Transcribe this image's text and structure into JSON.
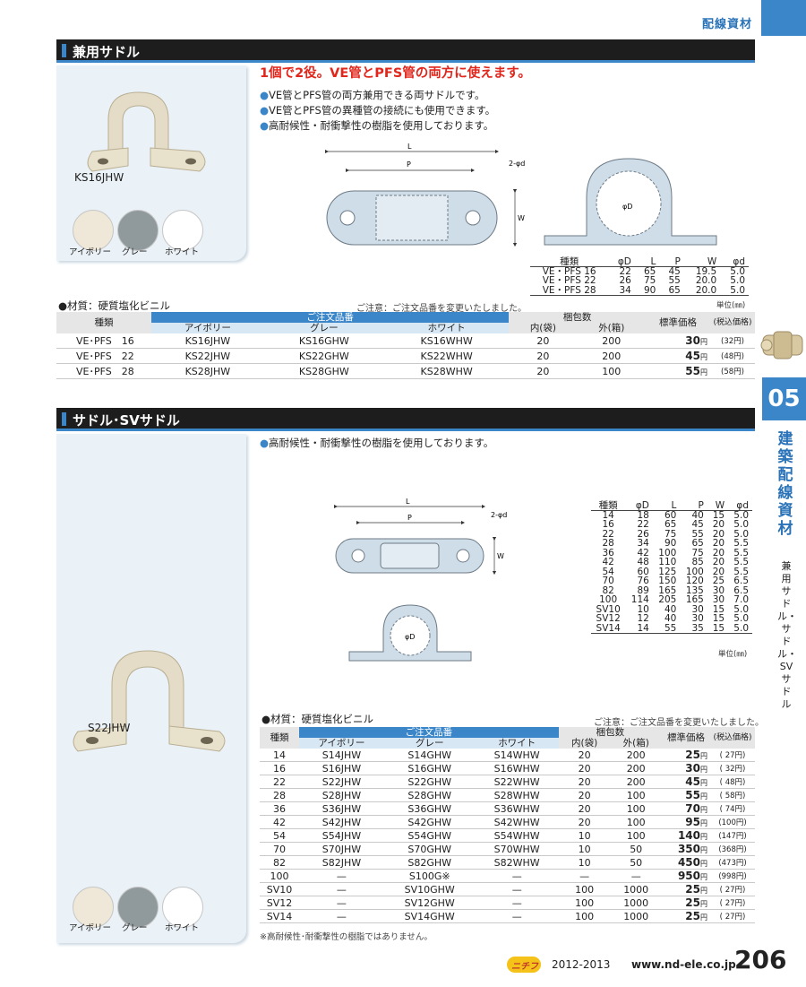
{
  "category": "配線資材",
  "side": {
    "number": "05",
    "category": "建築配線資材",
    "subtitle": "兼用サドル・サドル・SVサドル"
  },
  "swatch_labels": [
    "アイボリー",
    "グレー",
    "ホワイト"
  ],
  "swatch_colors": [
    "#efe8d8",
    "#909a9c",
    "#ffffff"
  ],
  "sec1": {
    "title": "兼用サドル",
    "product": "KS16JHW",
    "tagline": "1個で2役。VE管とPFS管の両方に使えます。",
    "bullets": [
      "VE管とPFS管の両方兼用できる両サドルです。",
      "VE管とPFS管の異種管の接続にも使用できます。",
      "高耐候性・耐衝撃性の樹脂を使用しております。"
    ],
    "material": "●材質：硬質塩化ビニル",
    "notice": "ご注意：ご注文品番を変更いたしました。",
    "spec_header": [
      "種類",
      "φD",
      "L",
      "P",
      "W",
      "φd"
    ],
    "spec_rows": [
      [
        "VE・PFS 16",
        "22",
        "65",
        "45",
        "19.5",
        "5.0"
      ],
      [
        "VE・PFS 22",
        "26",
        "75",
        "55",
        "20.0",
        "5.0"
      ],
      [
        "VE・PFS 28",
        "34",
        "90",
        "65",
        "20.0",
        "5.0"
      ]
    ],
    "unit": "単位(㎜)",
    "order_h": {
      "type": "種類",
      "order": "ご注文品番",
      "pack": "梱包数",
      "price": "標準価格",
      "tax": "(税込価格)",
      "ivory": "アイボリー",
      "gray": "グレー",
      "white": "ホワイト",
      "inner": "内(袋)",
      "outer": "外(箱)"
    },
    "order_rows": [
      [
        "VE･PFS　16",
        "KS16JHW",
        "KS16GHW",
        "KS16WHW",
        "20",
        "200",
        "30",
        "(32円)"
      ],
      [
        "VE･PFS　22",
        "KS22JHW",
        "KS22GHW",
        "KS22WHW",
        "20",
        "200",
        "45",
        "(48円)"
      ],
      [
        "VE･PFS　28",
        "KS28JHW",
        "KS28GHW",
        "KS28WHW",
        "20",
        "100",
        "55",
        "(58円)"
      ]
    ]
  },
  "sec2": {
    "title": "サドル･SVサドル",
    "product": "S22JHW",
    "bullets": [
      "高耐候性・耐衝撃性の樹脂を使用しております。"
    ],
    "material": "●材質：硬質塩化ビニル",
    "notice": "ご注意：ご注文品番を変更いたしました。",
    "spec_header": [
      "種類",
      "φD",
      "L",
      "P",
      "W",
      "φd"
    ],
    "spec_rows": [
      [
        "14",
        "18",
        "60",
        "40",
        "15",
        "5.0"
      ],
      [
        "16",
        "22",
        "65",
        "45",
        "20",
        "5.0"
      ],
      [
        "22",
        "26",
        "75",
        "55",
        "20",
        "5.0"
      ],
      [
        "28",
        "34",
        "90",
        "65",
        "20",
        "5.5"
      ],
      [
        "36",
        "42",
        "100",
        "75",
        "20",
        "5.5"
      ],
      [
        "42",
        "48",
        "110",
        "85",
        "20",
        "5.5"
      ],
      [
        "54",
        "60",
        "125",
        "100",
        "20",
        "5.5"
      ],
      [
        "70",
        "76",
        "150",
        "120",
        "25",
        "6.5"
      ],
      [
        "82",
        "89",
        "165",
        "135",
        "30",
        "6.5"
      ],
      [
        "100",
        "114",
        "205",
        "165",
        "30",
        "7.0"
      ],
      [
        "SV10",
        "10",
        "40",
        "30",
        "15",
        "5.0"
      ],
      [
        "SV12",
        "12",
        "40",
        "30",
        "15",
        "5.0"
      ],
      [
        "SV14",
        "14",
        "55",
        "35",
        "15",
        "5.0"
      ]
    ],
    "unit": "単位(㎜)",
    "order_rows": [
      [
        "14",
        "S14JHW",
        "S14GHW",
        "S14WHW",
        "20",
        "200",
        "25",
        "( 27円)"
      ],
      [
        "16",
        "S16JHW",
        "S16GHW",
        "S16WHW",
        "20",
        "200",
        "30",
        "( 32円)"
      ],
      [
        "22",
        "S22JHW",
        "S22GHW",
        "S22WHW",
        "20",
        "200",
        "45",
        "( 48円)"
      ],
      [
        "28",
        "S28JHW",
        "S28GHW",
        "S28WHW",
        "20",
        "100",
        "55",
        "( 58円)"
      ],
      [
        "36",
        "S36JHW",
        "S36GHW",
        "S36WHW",
        "20",
        "100",
        "70",
        "( 74円)"
      ],
      [
        "42",
        "S42JHW",
        "S42GHW",
        "S42WHW",
        "20",
        "100",
        "95",
        "(100円)"
      ],
      [
        "54",
        "S54JHW",
        "S54GHW",
        "S54WHW",
        "10",
        "100",
        "140",
        "(147円)"
      ],
      [
        "70",
        "S70JHW",
        "S70GHW",
        "S70WHW",
        "10",
        "50",
        "350",
        "(368円)"
      ],
      [
        "82",
        "S82JHW",
        "S82GHW",
        "S82WHW",
        "10",
        "50",
        "450",
        "(473円)"
      ],
      [
        "100",
        "—",
        "S100G※",
        "—",
        "—",
        "—",
        "950",
        "(998円)"
      ],
      [
        "SV10",
        "—",
        "SV10GHW",
        "—",
        "100",
        "1000",
        "25",
        "( 27円)"
      ],
      [
        "SV12",
        "—",
        "SV12GHW",
        "—",
        "100",
        "1000",
        "25",
        "( 27円)"
      ],
      [
        "SV14",
        "—",
        "SV14GHW",
        "—",
        "100",
        "1000",
        "25",
        "( 27円)"
      ]
    ],
    "footnote": "※高耐候性･耐衝撃性の樹脂ではありません。"
  },
  "yen": "円",
  "dims": {
    "L": "L",
    "P": "P",
    "W": "W",
    "d": "2-φd",
    "D": "φD"
  },
  "footer": {
    "logo": "ニチフ",
    "year": "2012-2013",
    "url": "www.nd-ele.co.jp",
    "page": "206"
  }
}
